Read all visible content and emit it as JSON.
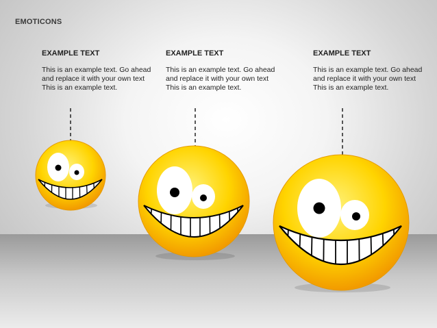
{
  "slide": {
    "title": "EMOTICONS"
  },
  "items": [
    {
      "heading": "EXAMPLE TEXT",
      "body": "This is an example text. Go ahead and replace it with your own text This is an example text."
    },
    {
      "heading": "EXAMPLE TEXT",
      "body": "This is an example text. Go ahead and replace it with your own text This is an example text."
    },
    {
      "heading": "EXAMPLE TEXT",
      "body": "This is an example text. Go ahead and replace it with your own text This is an example text."
    }
  ],
  "colors": {
    "face_light": "#fff27a",
    "face_mid": "#ffd400",
    "face_dark": "#f29a00",
    "connector": "#222222",
    "floor": "#a0a0a0"
  }
}
